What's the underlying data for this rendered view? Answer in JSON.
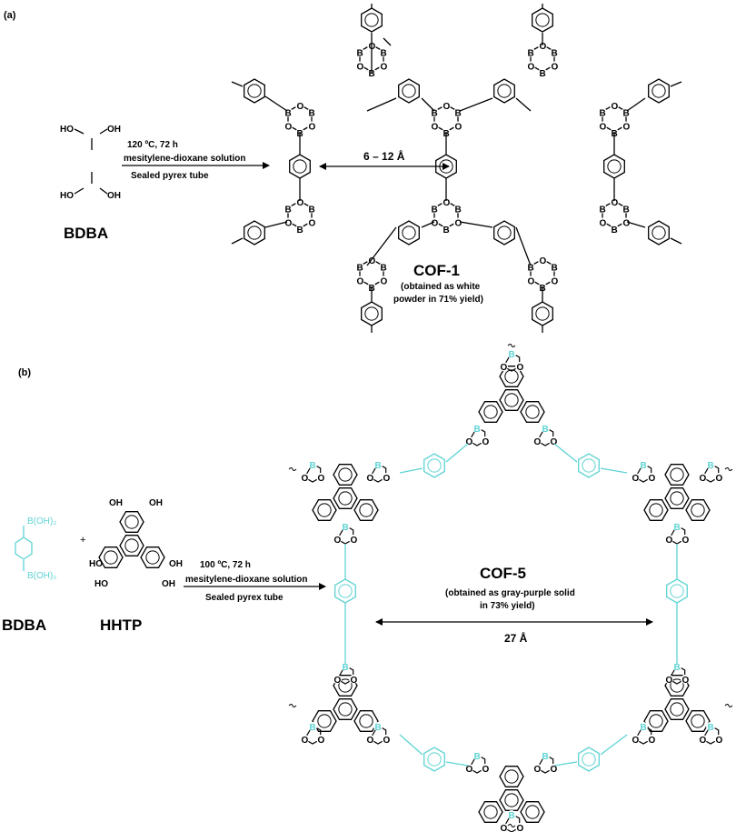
{
  "colors": {
    "ink": "#000000",
    "cyan": "#5fd3d3"
  },
  "panel_a": {
    "tag": "(a)",
    "monomer": {
      "name": "BDBA",
      "oh_top_left": "HO",
      "oh_top_right": "OH",
      "oh_bottom_left": "HO",
      "oh_bottom_right": "OH"
    },
    "conditions": {
      "line1": "120 ºC, 72 h",
      "line2": "mesitylene-dioxane solution",
      "line3": "Sealed pyrex tube"
    },
    "pore": "6 – 12 Å",
    "product": {
      "name": "COF-1",
      "note1": "(obtained as white",
      "note2": "powder in 71% yield)"
    }
  },
  "panel_b": {
    "tag": "(b)",
    "monomer1": {
      "name": "BDBA",
      "group_top": "B(OH)₂",
      "group_bottom": "B(OH)₂"
    },
    "plus": "+",
    "monomer2": {
      "name": "HHTP",
      "oh": "OH",
      "ho": "HO"
    },
    "conditions": {
      "line1": "100 ºC, 72 h",
      "line2": "mesitylene-dioxane solution",
      "line3": "Sealed pyrex tube"
    },
    "product": {
      "name": "COF-5",
      "note1": "(obtained as gray-purple solid",
      "note2": "in 73% yield)"
    },
    "pore": "27 Å"
  }
}
